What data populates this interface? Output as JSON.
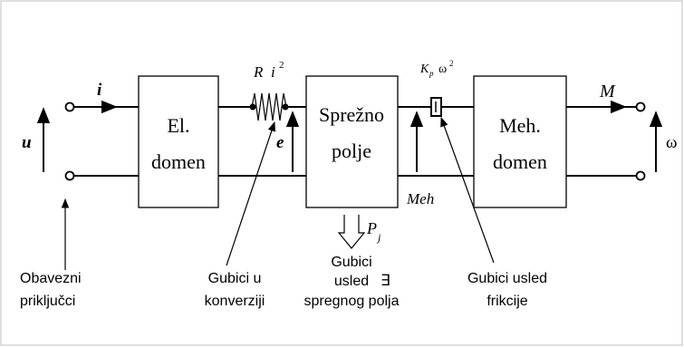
{
  "blocks": {
    "el_domen": [
      "El.",
      "domen"
    ],
    "sprezno": [
      "Sprežno",
      "polje"
    ],
    "meh_domen": [
      "Meh.",
      "domen"
    ]
  },
  "labels": {
    "u": "u",
    "i": "i",
    "e": "e",
    "meh": "Meh",
    "M": "M",
    "omega": "ω",
    "resistor_R": "R",
    "resistor_i": "i",
    "resistor_sq": "2",
    "friction_K": "K",
    "friction_p": "p",
    "friction_omega": "ω",
    "friction_sq": "2",
    "power_P": "P",
    "power_j": "j"
  },
  "captions": {
    "obavezni": [
      "Obavezni",
      "priključci"
    ],
    "gubici_konverzija": [
      "Gubici u",
      "konverziji"
    ],
    "gubici_sprezno": [
      "Gubici",
      "usled",
      "∃",
      "spregnog polja"
    ],
    "gubici_frikcija": [
      "Gubici usled",
      "frikcije"
    ]
  }
}
